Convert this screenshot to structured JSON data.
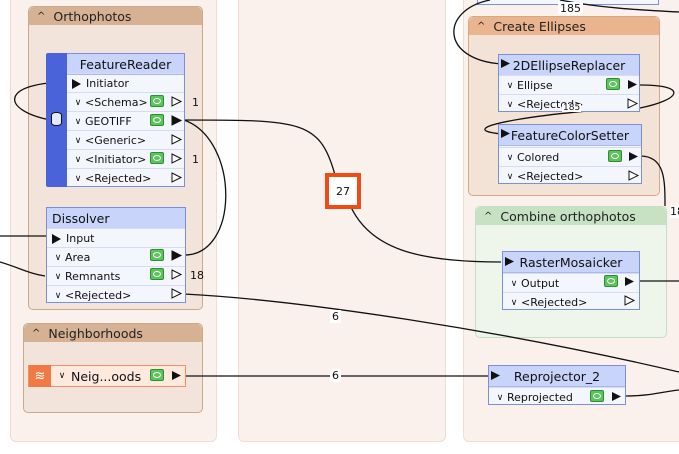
{
  "bookmarks": {
    "orthophotos": {
      "title": "Orthophotos"
    },
    "neighborhoods": {
      "title": "Neighborhoods"
    },
    "ellipses": {
      "title": "Create Ellipses"
    },
    "combine": {
      "title": "Combine orthophotos"
    }
  },
  "transformers": {
    "featurereader": {
      "title": "FeatureReader",
      "input": "Initiator",
      "ports": [
        {
          "label": "<Schema>",
          "count": "1"
        },
        {
          "label": "GEOTIFF",
          "count": ""
        },
        {
          "label": "<Generic>",
          "count": ""
        },
        {
          "label": "<Initiator>",
          "count": "1"
        },
        {
          "label": "<Rejected>",
          "count": ""
        }
      ]
    },
    "dissolver": {
      "title": "Dissolver",
      "input": "Input",
      "ports": [
        {
          "label": "Area",
          "count": ""
        },
        {
          "label": "Remnants",
          "count": "18"
        },
        {
          "label": "<Rejected>",
          "count": ""
        }
      ]
    },
    "ellipse": {
      "title": "2DEllipseReplacer",
      "ports": [
        {
          "label": "Ellipse"
        },
        {
          "label": "<Rejected>"
        }
      ]
    },
    "colorsetter": {
      "title": "FeatureColorSetter",
      "ports": [
        {
          "label": "Colored"
        },
        {
          "label": "<Rejected>"
        }
      ]
    },
    "mosaicker": {
      "title": "RasterMosaicker",
      "ports": [
        {
          "label": "Output"
        },
        {
          "label": "<Rejected>"
        }
      ]
    },
    "reprojector": {
      "title": "Reprojector_2",
      "ports": [
        {
          "label": "Reprojected"
        }
      ]
    },
    "neighborhoods_reader": {
      "label": "Neig...oods"
    }
  },
  "connections": {
    "top_count": "185",
    "mid_count": "185",
    "selected_count": "27",
    "remnants_to_reproj": "6",
    "neigh_to_reproj": "6",
    "right_edge_count": "18"
  }
}
